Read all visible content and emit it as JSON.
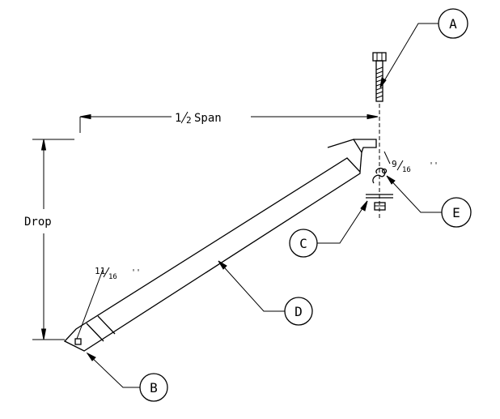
{
  "labels": {
    "half_span_prefix": "1",
    "half_span_den": "2",
    "half_span_word": "Span",
    "drop": "Drop",
    "hole_big_num": "11",
    "hole_big_den": "16",
    "hole_big_unit": "''",
    "hole_small_num": "9",
    "hole_small_den": "16",
    "hole_small_unit": "''"
  },
  "callouts": {
    "a": "A",
    "b": "B",
    "c": "C",
    "d": "D",
    "e": "E"
  }
}
